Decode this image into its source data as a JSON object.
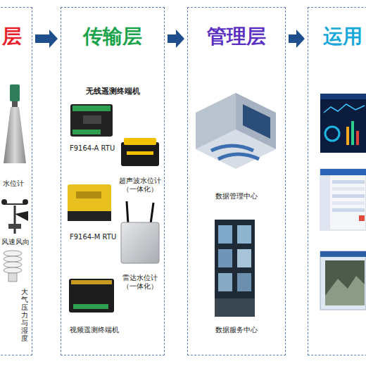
{
  "diagram": {
    "nodes": [
      {
        "text": [
          "层",
          "水位计",
          "风速风向",
          "大气压力与湿度"
        ]
      },
      {
        "text": [
          "传输层",
          "无线遥测终端机",
          "F9164-A RTU",
          "超声波水位计 （一体化）",
          "F9164-M RTU",
          "雷达水位计 （一体化）",
          "视频遥测终端机"
        ]
      },
      {
        "text": [
          "管理层",
          "数据管理中心",
          "数据服务中心"
        ]
      },
      {
        "text": [
          "运用"
        ]
      }
    ],
    "edges": [
      {
        "from": 0,
        "to": 1,
        "arrow": "to"
      },
      {
        "from": 1,
        "to": 2,
        "arrow": "to"
      },
      {
        "from": 2,
        "to": 3,
        "arrow": "to"
      }
    ]
  }
}
